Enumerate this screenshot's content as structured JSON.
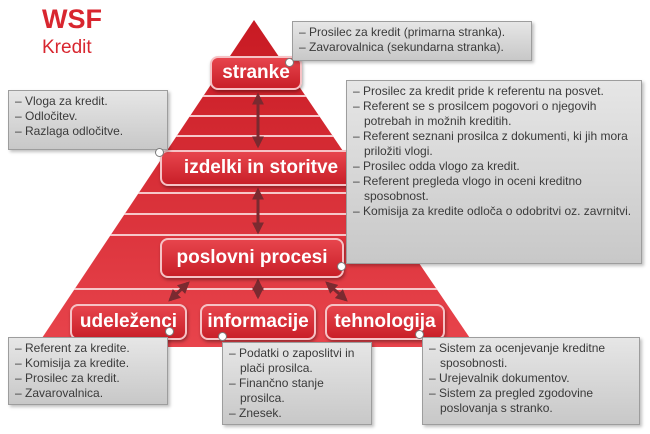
{
  "header": {
    "title": "WSF",
    "subtitle": "Kredit"
  },
  "pyramid": {
    "levels": {
      "stranke": "stranke",
      "izdelki": "izdelki in storitve",
      "procesi": "poslovni procesi",
      "udelezenci": "udeleženci",
      "informacije": "informacije",
      "tehnologija": "tehnologija"
    }
  },
  "notes": {
    "stranke": [
      "Prosilec za kredit (primarna stranka).",
      "Zavarovalnica (sekundarna stranka)."
    ],
    "izdelki": [
      "Vloga za kredit.",
      "Odločitev.",
      "Razlaga odločitve."
    ],
    "procesi": [
      "Prosilec za kredit pride k referentu na posvet.",
      "Referent se s prosilcem pogovori o njegovih potrebah in možnih kreditih.",
      "Referent seznani prosilca z dokumenti, ki jih mora priložiti vlogi.",
      "Prosilec odda vlogo za kredit.",
      "Referent pregleda vlogo in oceni kreditno sposobnost.",
      "Komisija za kredite odloča o odobritvi oz. zavrnitvi."
    ],
    "udelezenci": [
      "Referent za kredite.",
      "Komisija za kredite.",
      "Prosilec za kredit.",
      "Zavarovalnica."
    ],
    "informacije": [
      "Podatki o zaposlitvi in plači prosilca.",
      "Finančno stanje prosilca.",
      "Znesek."
    ],
    "tehnologija": [
      "Sistem za ocenjevanje kreditne sposobnosti.",
      "Urejevalnik dokumentov.",
      "Sistem za pregled zgodovine poslovanja s stranko."
    ]
  }
}
